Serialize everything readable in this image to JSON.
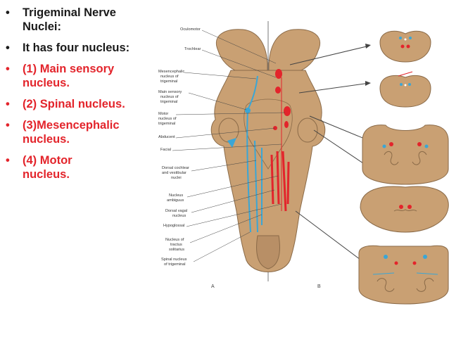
{
  "bullets": [
    {
      "mark": "•",
      "lines": [
        "Trigeminal Nerve",
        "Nuclei:"
      ],
      "color": "#1a1a1a"
    },
    {
      "mark": "•",
      "lines": [
        "It has four nucleus:"
      ],
      "color": "#1a1a1a"
    },
    {
      "mark": "•",
      "lines": [
        "(1) Main sensory",
        "nucleus."
      ],
      "color": "#e3242b"
    },
    {
      "mark": "•",
      "lines": [
        "(2) Spinal nucleus."
      ],
      "color": "#e3242b"
    },
    {
      "mark": "•",
      "lines": [
        "(3)Mesencephalic",
        "nucleus."
      ],
      "color": "#e3242b"
    },
    {
      "mark": "•",
      "lines": [
        "(4) Motor",
        "nucleus."
      ],
      "color": "#e3242b"
    }
  ],
  "labels": {
    "oculomotor": "Oculomotor",
    "trochlear": "Trochlear",
    "mesencephalic": [
      "Mesencephalic",
      "nucleus of",
      "trigeminal"
    ],
    "main_sensory": [
      "Main sensory",
      "nucleus of",
      "trigeminal"
    ],
    "motor": [
      "Motor",
      "nucleus of",
      "trigeminal"
    ],
    "abducent": "Abducent",
    "facial": "Facial",
    "dorsal_cochlear": [
      "Dorsal cochlear",
      "and vestibular",
      "nuclei"
    ],
    "ambiguus": [
      "Nucleus",
      "ambiguus"
    ],
    "dorsal_vagal": [
      "Dorsal vagal",
      "nucleus"
    ],
    "hypoglossal": "Hypoglossal",
    "tractus_solitarius": [
      "Nucleus of",
      "tractus",
      "solitarius"
    ],
    "spinal_nucleus": [
      "Spinal nucleus",
      "of trigeminal"
    ]
  },
  "axis_labels": {
    "a": "A",
    "b": "B"
  },
  "colors": {
    "stem": "#c9a073",
    "stem_stroke": "#8a6a48",
    "sensory": "#3aa6d6",
    "motor": "#e3242b",
    "text_black": "#1a1a1a",
    "text_red": "#e3242b"
  }
}
